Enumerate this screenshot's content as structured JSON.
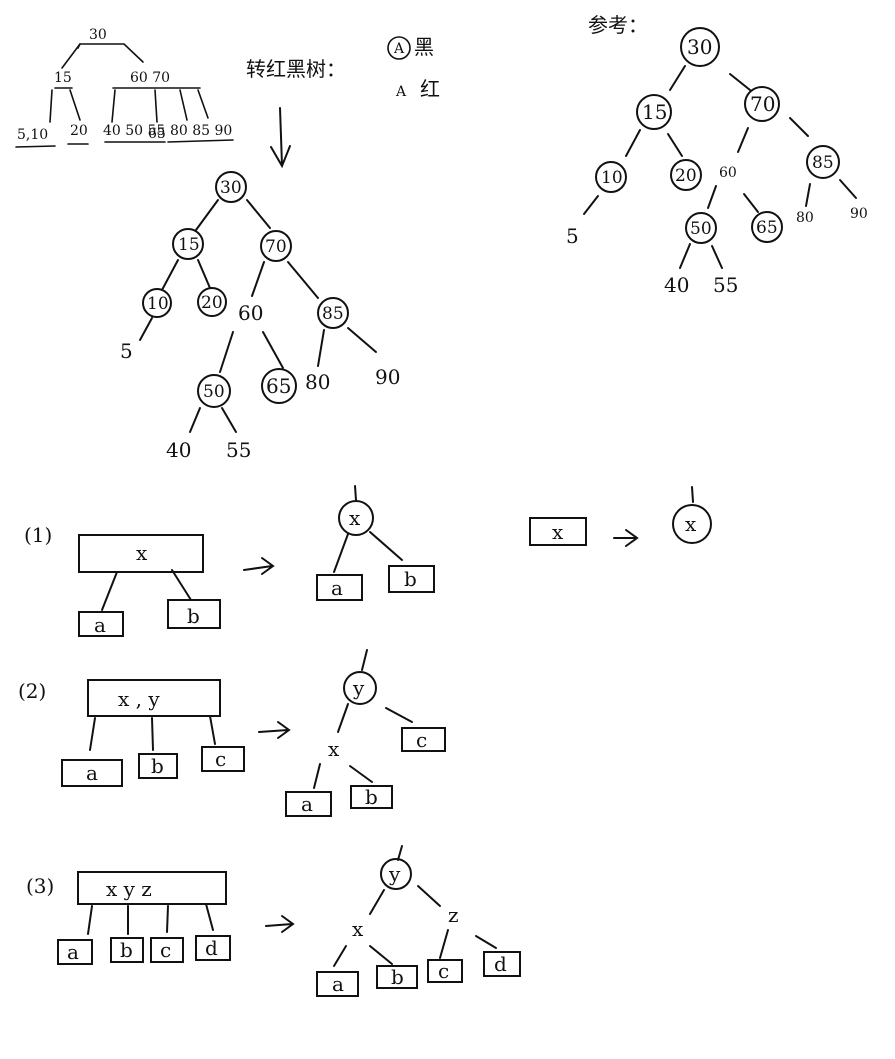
{
  "btree": {
    "root": "30",
    "node_15": "15",
    "node_60_70": "60 70",
    "leaves": [
      "5,10",
      "20",
      "40 50 55",
      "65",
      "80 85 90"
    ]
  },
  "convert_label": "转红黑树：",
  "legend": {
    "black_marker": "A",
    "black_text": "黑",
    "red_marker": "A",
    "red_text": "红"
  },
  "reference_label": "参考：",
  "rbtree": {
    "n30": "30",
    "n15": "15",
    "n70": "70",
    "n10": "10",
    "n20": "20",
    "n60": "60",
    "n85": "85",
    "n5": "5",
    "n50": "50",
    "n65": "65",
    "n80": "80",
    "n90": "90",
    "n40": "40",
    "n55": "55"
  },
  "case1": {
    "num": "(1)",
    "key": "x",
    "children": [
      "a",
      "b"
    ],
    "rb_root": "x",
    "single": "x",
    "single_rb": "x"
  },
  "case2": {
    "num": "(2)",
    "keys": "x , y",
    "children": [
      "a",
      "b",
      "c"
    ],
    "rb_root": "y",
    "rb_mid": "x"
  },
  "case3": {
    "num": "(3)",
    "keys": "x y z",
    "children": [
      "a",
      "b",
      "c",
      "d"
    ],
    "rb_root": "y",
    "rb_left": "x",
    "rb_right": "z"
  }
}
